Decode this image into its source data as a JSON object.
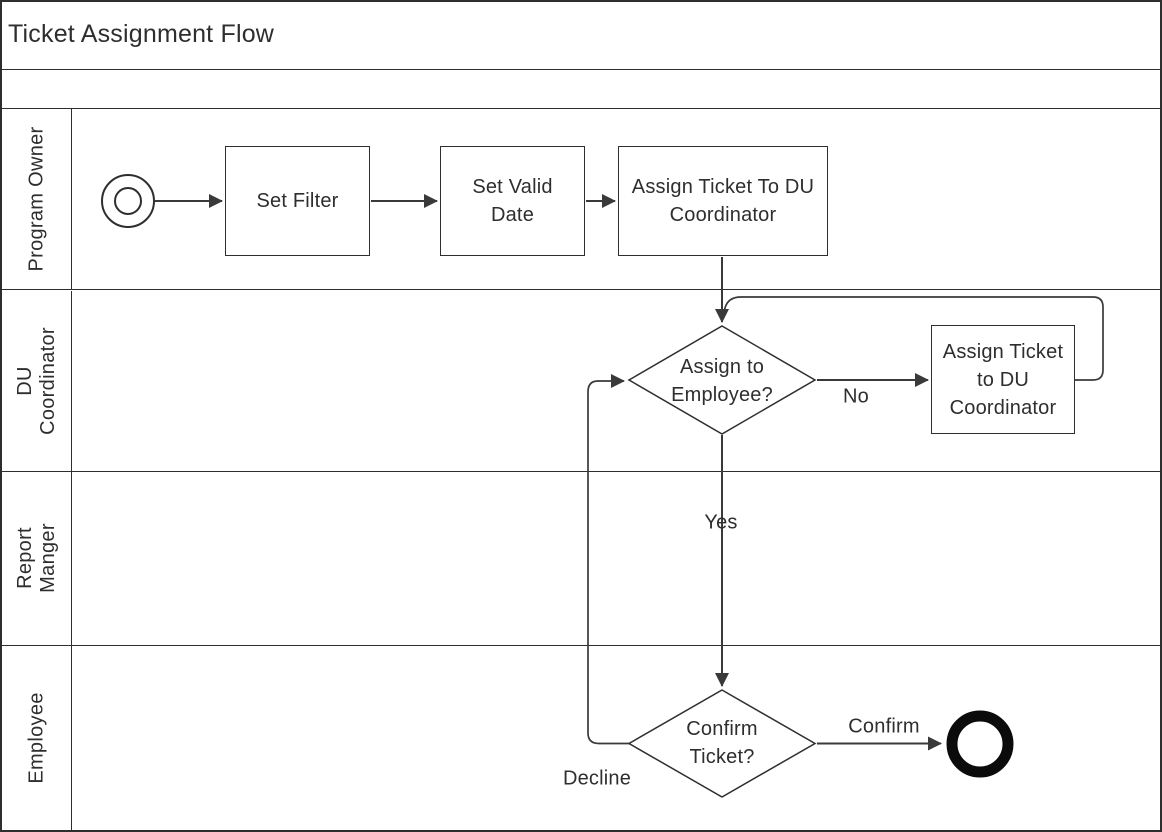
{
  "title": "Ticket Assignment Flow",
  "lanes": [
    {
      "label": "Program Owner"
    },
    {
      "label": "DU Coordinator"
    },
    {
      "label": "Report Manger"
    },
    {
      "label": "Employee"
    }
  ],
  "nodes": {
    "set_filter": {
      "label": "Set Filter"
    },
    "set_valid_date": {
      "label": "Set Valid Date"
    },
    "assign_ticket_to_du_coordinator": {
      "label": "Assign Ticket To DU Coordinator"
    },
    "assign_to_employee_decision": {
      "label": "Assign to Employee?"
    },
    "assign_ticket_to_du_coordinator_2": {
      "label": "Assign Ticket to DU Coordinator"
    },
    "confirm_ticket_decision": {
      "label": "Confirm Ticket?"
    }
  },
  "edge_labels": {
    "no": "No",
    "yes": "Yes",
    "confirm": "Confirm",
    "decline": "Decline"
  },
  "colors": {
    "line": "#3a3a3a",
    "shape_stroke": "#2e2e2e",
    "end_event_fill": "#0b0b0b",
    "text": "#2e2e2e",
    "background": "#ffffff"
  }
}
